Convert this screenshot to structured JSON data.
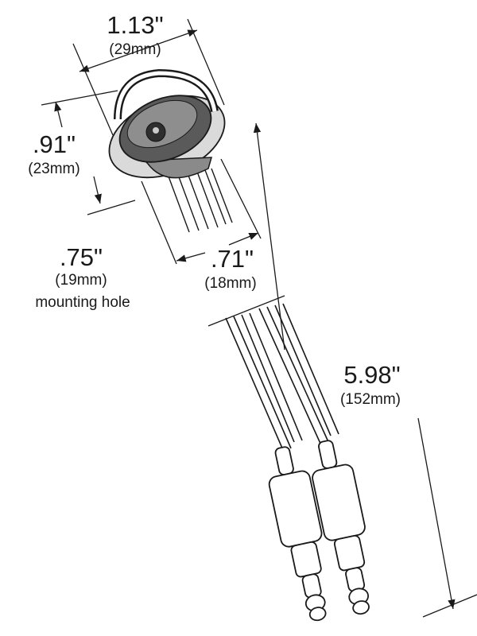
{
  "dimensions": {
    "width": {
      "inches": "1.13\"",
      "metric": "(29mm)"
    },
    "height": {
      "inches": ".91\"",
      "metric": "(23mm)"
    },
    "mounting_hole": {
      "inches": ".75\"",
      "metric": "(19mm)",
      "label": "mounting hole"
    },
    "base": {
      "inches": ".71\"",
      "metric": "(18mm)"
    },
    "length": {
      "inches": "5.98\"",
      "metric": "(152mm)"
    }
  }
}
